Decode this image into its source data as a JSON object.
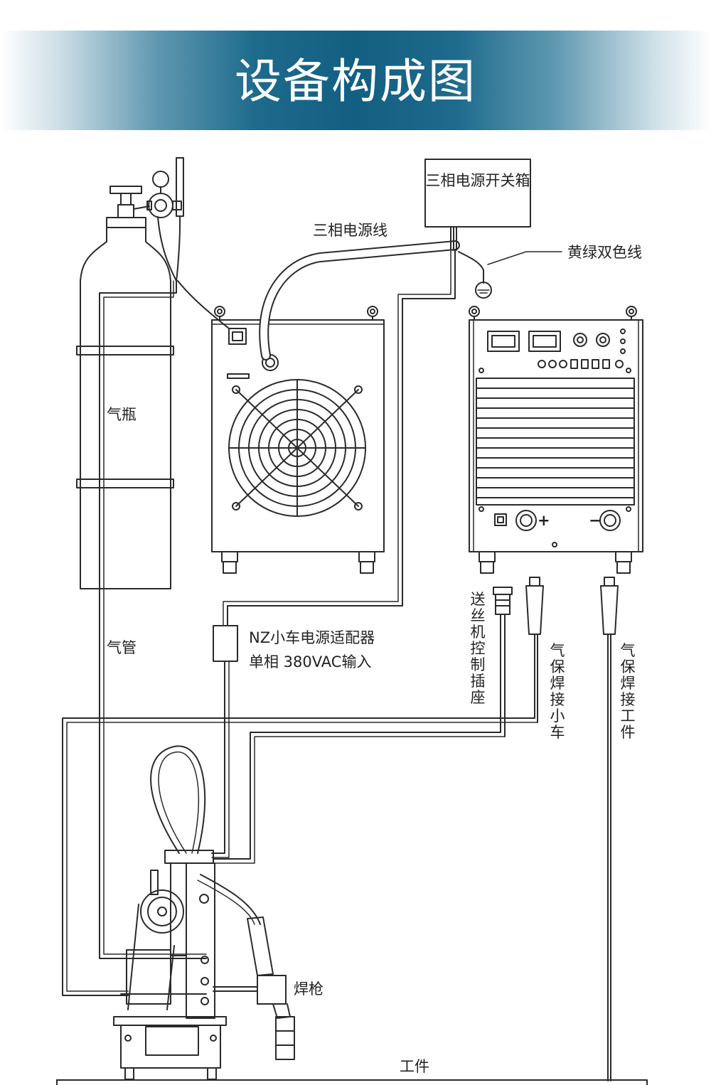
{
  "header": {
    "title": "设备构成图",
    "gradient_colors": [
      "#ffffff",
      "#125f82",
      "#ffffff"
    ]
  },
  "labels": {
    "switch_box": "三相电源开关箱",
    "power_line": "三相电源线",
    "ground_wire": "黄绿双色线",
    "gas_cylinder": "气瓶",
    "gas_hose": "气管",
    "adapter_line1": "NZ小车电源适配器",
    "adapter_line2": "单相 380VAC输入",
    "wire_feeder_socket": "送丝机控制插座",
    "gas_welding_carriage": "气保焊接小车",
    "gas_welding_workpiece": "气保焊接工件",
    "torch": "焊枪",
    "workpiece": "工件",
    "plus": "+",
    "minus": "−"
  },
  "colors": {
    "line": "#2a2a2a",
    "text": "#222222",
    "banner_dark": "#125f82"
  }
}
